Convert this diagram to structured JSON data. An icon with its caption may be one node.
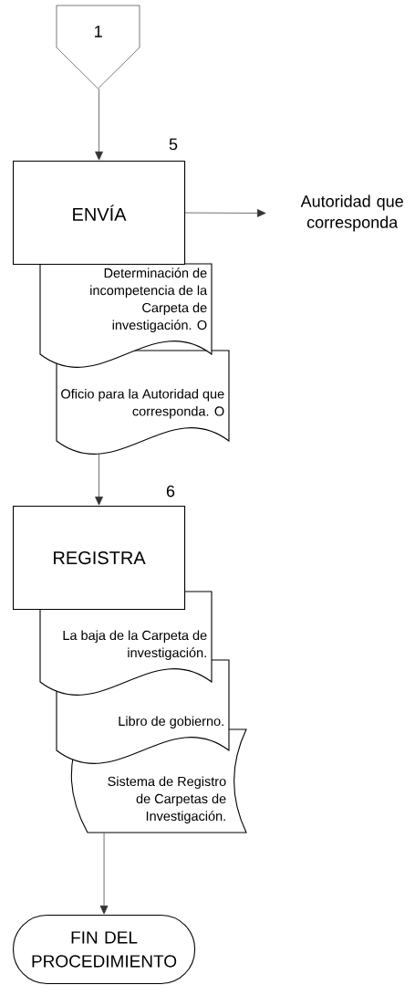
{
  "diagram": {
    "nodes": [
      {
        "text": [
          "1"
        ]
      },
      {
        "text": [
          "ENVÍA"
        ],
        "beside": [
          "5"
        ]
      },
      {
        "text": [
          "Autoridad que corresponda"
        ]
      },
      {
        "text": [
          "Determinación de incompetencia de la Carpeta de investigación. O"
        ]
      },
      {
        "text": [
          "Oficio para la Autoridad que corresponda. O"
        ]
      },
      {
        "text": [
          "REGISTRA"
        ],
        "beside": [
          "6"
        ]
      },
      {
        "text": [
          "La baja de la Carpeta de investigación."
        ]
      },
      {
        "text": [
          "Libro de gobierno."
        ]
      },
      {
        "text": [
          "Sistema de Registro de Carpetas de Investigación."
        ]
      },
      {
        "text": [
          "FIN DEL PROCEDIMIENTO"
        ]
      }
    ],
    "edges": [
      {
        "from": 0,
        "to": 1,
        "arrow": "to"
      },
      {
        "from": 1,
        "to": 2,
        "arrow": "to"
      },
      {
        "from": 4,
        "to": 5,
        "arrow": "to"
      },
      {
        "from": 8,
        "to": 9,
        "arrow": "to"
      }
    ]
  }
}
